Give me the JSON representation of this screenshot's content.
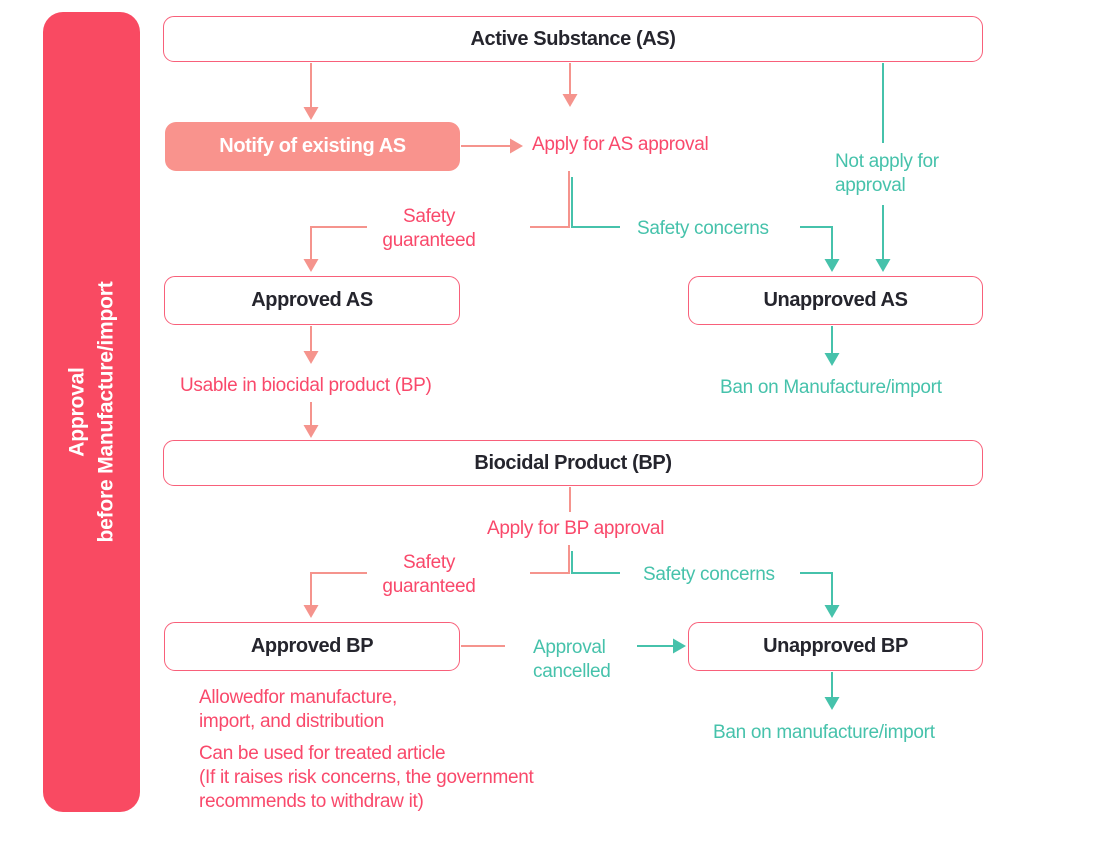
{
  "colors": {
    "banner": "#f94a62",
    "bannerText": "#ffffff",
    "salmonFill": "#f9938d",
    "boxBorder": "#f8607a",
    "pinkLine": "#f5948d",
    "pinkText": "#f9496b",
    "teal": "#46c2ab",
    "darkText": "#25252d"
  },
  "banner": {
    "text": "Approval\nbefore Manufacture/import"
  },
  "nodes": {
    "activeSubstance": "Active Substance (AS)",
    "notifyExisting": "Notify of existing AS",
    "approvedAS": "Approved AS",
    "unapprovedAS": "Unapproved AS",
    "biocidalProduct": "Biocidal Product (BP)",
    "approvedBP": "Approved BP",
    "unapprovedBP": "Unapproved BP"
  },
  "labels": {
    "applyAS": "Apply for AS approval",
    "notApply": "Not apply for\napproval",
    "safetyGuaranteedAS": "Safety\nguaranteed",
    "safetyConcernsAS": "Safety concerns",
    "usableInBP": "Usable in biocidal product (BP)",
    "banAS": "Ban on Manufacture/import",
    "applyBP": "Apply for BP approval",
    "safetyGuaranteedBP": "Safety\nguaranteed",
    "safetyConcernsBP": "Safety concerns",
    "approvalCancelled": "Approval\ncancelled",
    "banBP": "Ban on manufacture/import",
    "approvedBPNote1": "Allowedfor manufacture,\nimport, and distribution",
    "approvedBPNote2": "Can be used for treated article\n(If it raises risk concerns, the government\nrecommends to withdraw it)"
  }
}
